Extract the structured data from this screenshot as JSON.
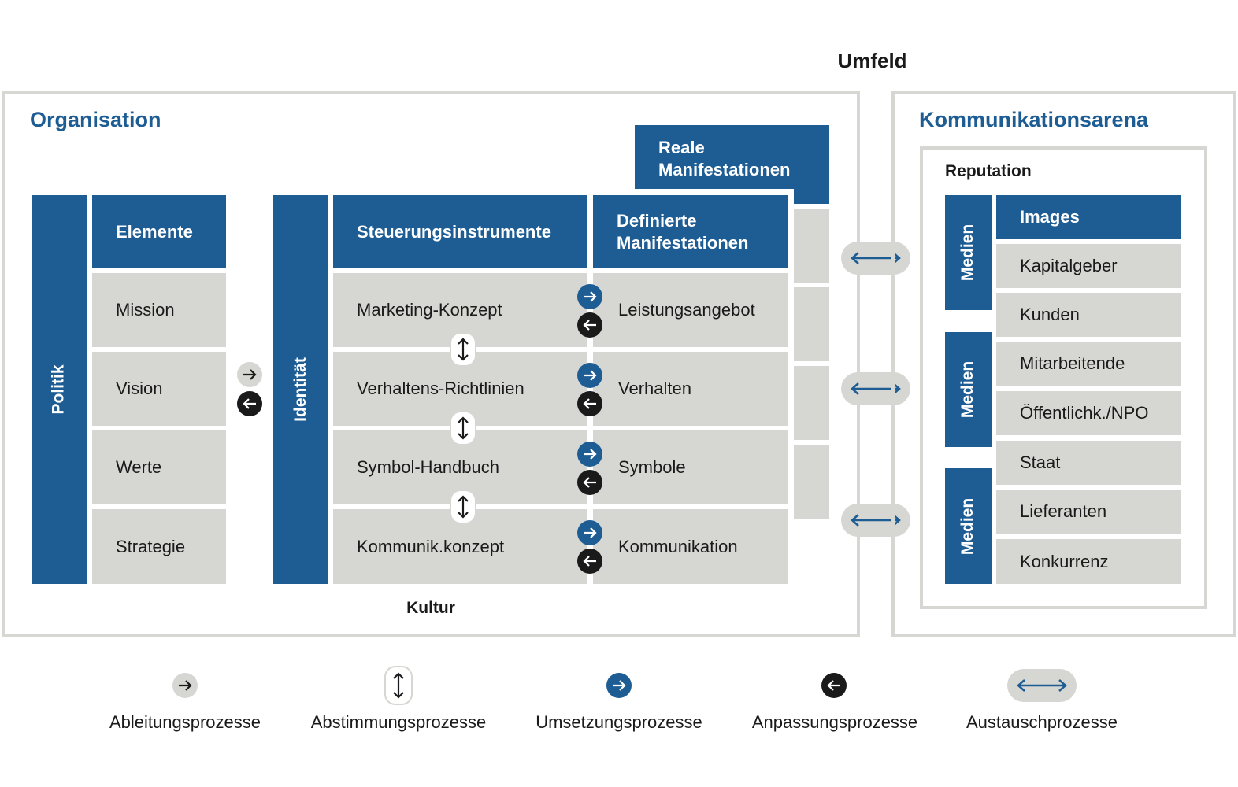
{
  "umfeld": "Umfeld",
  "organisation": {
    "title": "Organisation",
    "politik": "Politik",
    "elemente_header": "Elemente",
    "elemente": [
      "Mission",
      "Vision",
      "Werte",
      "Strategie"
    ],
    "identitaet": "Identität",
    "steuerung_header": "Steuerungsinstrumente",
    "steuerung": [
      "Marketing-Konzept",
      "Verhaltens-Richtlinien",
      "Symbol-Handbuch",
      "Kommunik.konzept"
    ],
    "definierte_header": "Definierte Manifestationen",
    "definierte": [
      "Leistungsangebot",
      "Verhalten",
      "Symbole",
      "Kommunikation"
    ],
    "reale_header": "Reale Manifestationen",
    "kultur": "Kultur"
  },
  "arena": {
    "title": "Kommunikationsarena",
    "reputation": "Reputation",
    "medien": "Medien",
    "images_header": "Images",
    "images": [
      "Kapitalgeber",
      "Kunden",
      "Mitarbeitende",
      "Öffentlichk./NPO",
      "Staat",
      "Lieferanten",
      "Konkurrenz"
    ]
  },
  "legend": [
    {
      "icon": "grey-right-arrow-icon",
      "label": "Ableitungsprozesse"
    },
    {
      "icon": "updown-arrow-icon",
      "label": "Abstimmungsprozesse"
    },
    {
      "icon": "blue-right-arrow-icon",
      "label": "Umsetzungsprozesse"
    },
    {
      "icon": "black-left-arrow-icon",
      "label": "Anpassungsprozesse"
    },
    {
      "icon": "double-arrow-icon",
      "label": "Austauschprozesse"
    }
  ],
  "colors": {
    "blue": "#1e5d94",
    "grey": "#d6d6d2",
    "black": "#1a1a1a"
  }
}
